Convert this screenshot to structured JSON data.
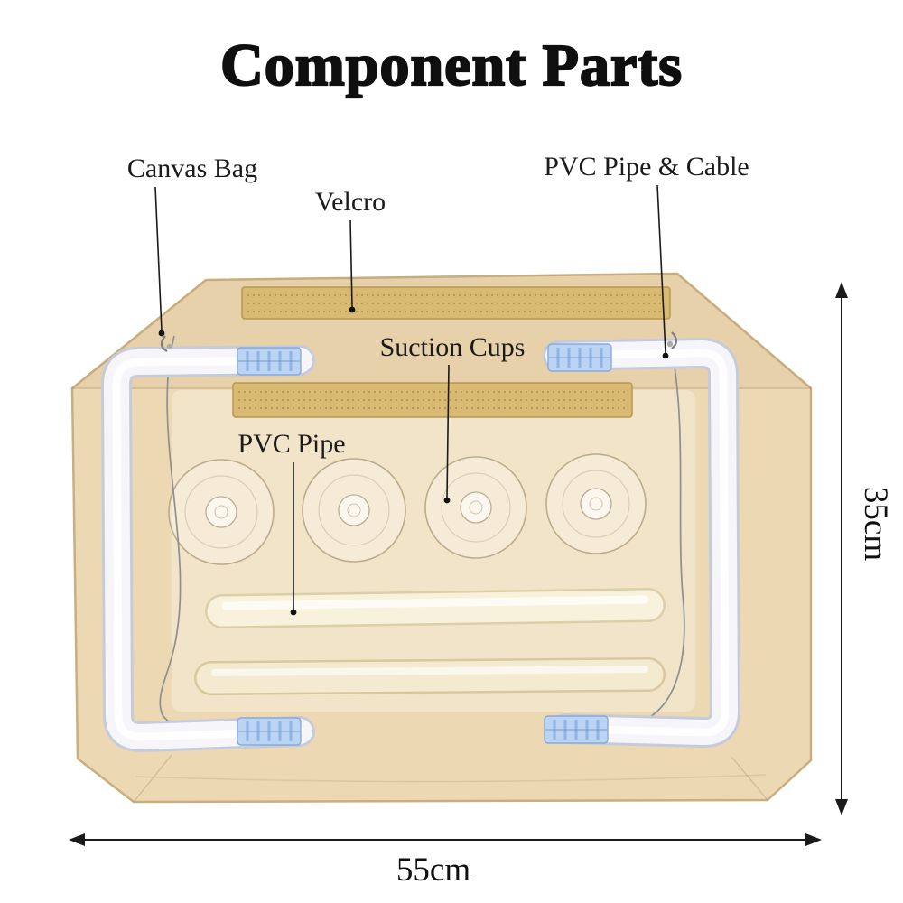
{
  "title": "Component Parts",
  "labels": {
    "canvas_bag": "Canvas Bag",
    "velcro": "Velcro",
    "pvc_pipe_cable": "PVC Pipe & Cable",
    "suction_cups": "Suction Cups",
    "pvc_pipe": "PVC Pipe"
  },
  "dimensions": {
    "height": "35cm",
    "width": "55cm"
  },
  "colors": {
    "canvas": "#ecd9b4",
    "canvas_edge": "#c9ae7f",
    "velcro": "#d9ba73",
    "velcro_edge": "#b8974f",
    "pipe_white": "#f5f5fa",
    "pipe_outline": "#c6cbdb",
    "connector": "#bcd4f4",
    "connector_rib": "#8fb3e2",
    "cream_pipe_a": "#f8f1dc",
    "cream_pipe_b": "#f3ead0"
  }
}
